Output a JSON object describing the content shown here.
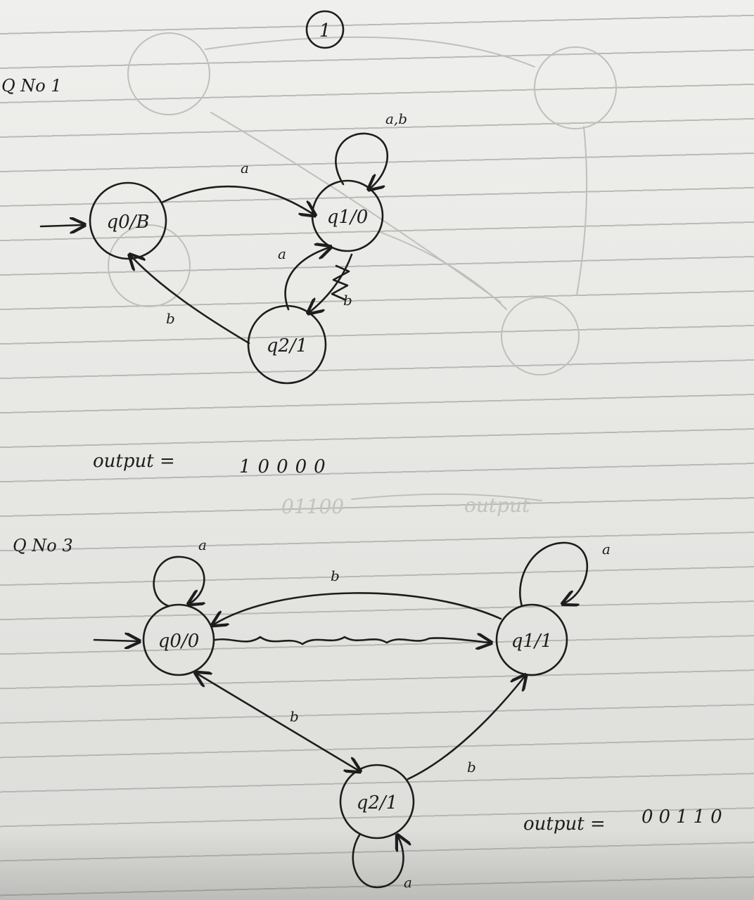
{
  "page_number": "1",
  "question_1": {
    "heading": "Q No 1",
    "start_arrow": "→",
    "states": [
      {
        "id": "q0",
        "label": "q0/B"
      },
      {
        "id": "q1",
        "label": "q1/0"
      },
      {
        "id": "q2",
        "label": "q2/1"
      }
    ],
    "edges": [
      {
        "from": "q0",
        "to": "q1",
        "label": "a"
      },
      {
        "from": "q1",
        "to": "q1",
        "label": "a,b"
      },
      {
        "from": "q2",
        "to": "q1",
        "label": "a"
      },
      {
        "from": "q1",
        "to": "q2",
        "label": "b"
      },
      {
        "from": "q2",
        "to": "q0",
        "label": "b"
      }
    ],
    "output_label": "output =",
    "output_value": "10000"
  },
  "question_3": {
    "heading": "Q No 3",
    "states": [
      {
        "id": "q0",
        "label": "q0/0"
      },
      {
        "id": "q1",
        "label": "q1/1"
      },
      {
        "id": "q2",
        "label": "q2/1"
      }
    ],
    "edges": [
      {
        "from": "q0",
        "to": "q0",
        "label": "a"
      },
      {
        "from": "q1",
        "to": "q0",
        "label": "b"
      },
      {
        "from": "q1",
        "to": "q1",
        "label": "a"
      },
      {
        "from": "q0",
        "to": "q2",
        "label": "b"
      },
      {
        "from": "q2",
        "to": "q1",
        "label": "b"
      },
      {
        "from": "q2",
        "to": "q2",
        "label": "a"
      }
    ],
    "output_label": "output =",
    "output_value": "00110"
  }
}
